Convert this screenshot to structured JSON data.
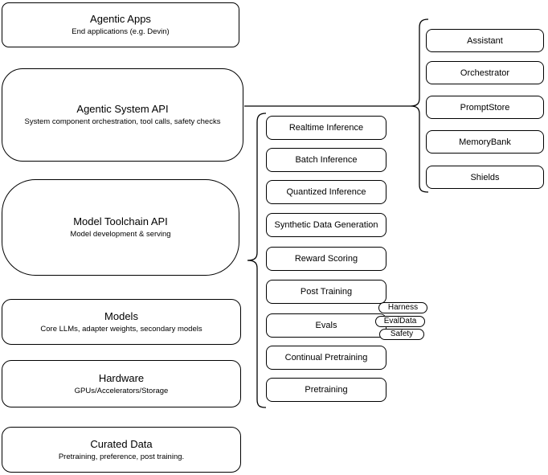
{
  "diagram": {
    "stack_layers": [
      {
        "title": "Agentic Apps",
        "subtitle": "End applications (e.g. Devin)"
      },
      {
        "title": "Agentic System API",
        "subtitle": "System component orchestration, tool calls, safety checks"
      },
      {
        "title": "Model Toolchain API",
        "subtitle": "Model development & serving"
      },
      {
        "title": "Models",
        "subtitle": "Core LLMs, adapter weights, secondary models"
      },
      {
        "title": "Hardware",
        "subtitle": "GPUs/Accelerators/Storage"
      },
      {
        "title": "Curated Data",
        "subtitle": "Pretraining, preference, post training."
      }
    ],
    "toolchain_services": [
      "Realtime Inference",
      "Batch Inference",
      "Quantized Inference",
      "Synthetic Data Generation",
      "Reward Scoring",
      "Post Training",
      "Evals",
      "Continual Pretraining",
      "Pretraining"
    ],
    "evals_tags": [
      "Harness",
      "EvalData",
      "Safety"
    ],
    "system_components": [
      "Assistant",
      "Orchestrator",
      "PromptStore",
      "MemoryBank",
      "Shields"
    ],
    "colors": {
      "stroke": "#000000",
      "background": "#ffffff",
      "text": "#000000"
    }
  }
}
